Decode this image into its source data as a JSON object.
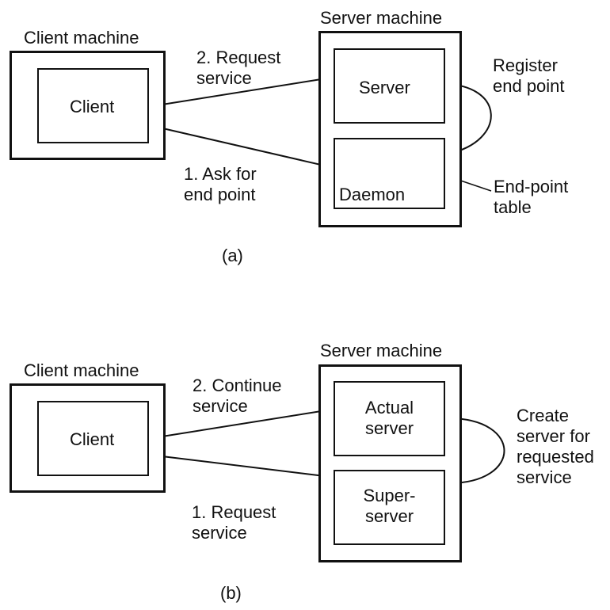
{
  "diagram_a": {
    "client_machine_label": "Client machine",
    "client_label": "Client",
    "server_machine_label": "Server machine",
    "server_label": "Server",
    "daemon_label": "Daemon",
    "request_service_label": "2. Request\nservice",
    "ask_endpoint_label": "1. Ask for\nend point",
    "register_endpoint_label": "Register\nend point",
    "endpoint_table_label": "End-point\ntable",
    "caption": "(a)"
  },
  "diagram_b": {
    "client_machine_label": "Client machine",
    "client_label": "Client",
    "server_machine_label": "Server machine",
    "actual_server_label": "Actual\nserver",
    "superserver_label": "Super-\nserver",
    "continue_service_label": "2. Continue\nservice",
    "request_service_label": "1. Request\nservice",
    "create_server_label": "Create\nserver for\nrequested\nservice",
    "caption": "(b)"
  }
}
